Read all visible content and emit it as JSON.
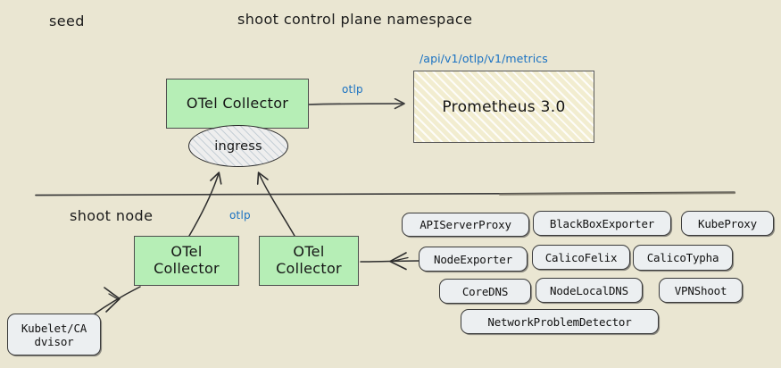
{
  "diagram": {
    "title": "shoot control plane namespace",
    "background_color": "#eae6d2",
    "zones": [
      {
        "key": "seed",
        "label": "seed"
      },
      {
        "key": "control_plane",
        "label": "shoot control plane namespace"
      },
      {
        "key": "shoot_node",
        "label": "shoot node"
      }
    ],
    "colors": {
      "background": "#eae6d2",
      "collector_fill": "#b6eeb6",
      "collector_stroke": "#4d4d4d",
      "prometheus_fill": "#f2edd0",
      "prometheus_stroke": "#585858",
      "pill_fill": "#eceff1",
      "pill_stroke": "#3a3a3a",
      "ingress_fill": "#eeeeee",
      "edge_stroke": "#3c3c3c",
      "link_text": "#1971c2",
      "text": "#151515"
    }
  },
  "nodes": {
    "seed_collector": {
      "label": "OTel Collector",
      "shape": "rect",
      "fill": "#b6eeb6"
    },
    "ingress": {
      "label": "ingress",
      "shape": "ellipse",
      "fill": "#eeeeee"
    },
    "prometheus": {
      "label": "Prometheus 3.0",
      "shape": "rect",
      "fill": "#f2edd0"
    },
    "node_collector_left": {
      "label": "OTel\nCollector",
      "line1": "OTel",
      "line2": "Collector",
      "shape": "rect",
      "fill": "#b6eeb6"
    },
    "node_collector_right": {
      "label": "OTel\nCollector",
      "line1": "OTel",
      "line2": "Collector",
      "shape": "rect",
      "fill": "#b6eeb6"
    },
    "kubelet": {
      "label": "Kubelet/CAdvisor",
      "line1": "Kubelet/CA",
      "line2": "dvisor",
      "shape": "pill",
      "fill": "#eceff1"
    }
  },
  "scrape_targets": [
    {
      "id": "apiserverproxy",
      "label": "APIServerProxy",
      "row": 1
    },
    {
      "id": "blackboxexporter",
      "label": "BlackBoxExporter",
      "row": 1
    },
    {
      "id": "kubeproxy",
      "label": "KubeProxy",
      "row": 1
    },
    {
      "id": "nodeexporter",
      "label": "NodeExporter",
      "row": 2
    },
    {
      "id": "calicofelix",
      "label": "CalicoFelix",
      "row": 2
    },
    {
      "id": "calicotypha",
      "label": "CalicoTypha",
      "row": 2
    },
    {
      "id": "coredns",
      "label": "CoreDNS",
      "row": 3
    },
    {
      "id": "nodelocaldns",
      "label": "NodeLocalDNS",
      "row": 3
    },
    {
      "id": "vpnshoot",
      "label": "VPNShoot",
      "row": 3
    },
    {
      "id": "networkproblemdetector",
      "label": "NetworkProblemDetector",
      "row": 4
    }
  ],
  "edge_labels": {
    "otlp_to_prometheus": "otlp",
    "otlp_node_to_ingress": "otlp",
    "prometheus_api_path": "/api/v1/otlp/v1/metrics"
  }
}
